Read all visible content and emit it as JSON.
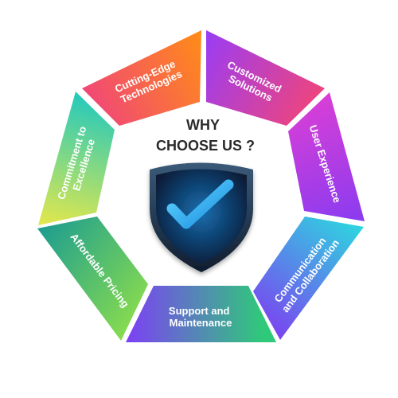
{
  "center": {
    "title_line1": "WHY",
    "title_line2": "CHOOSE US ?",
    "shield_icon": "shield-check-icon"
  },
  "segments": [
    {
      "id": "cutting-edge",
      "label_line1": "Cutting-Edge",
      "label_line2": "Technologies",
      "color_start": "#f0457a",
      "color_end": "#ff8a1a"
    },
    {
      "id": "customized",
      "label_line1": "Customized",
      "label_line2": "Solutions",
      "color_start": "#9b3df2",
      "color_end": "#f0457a"
    },
    {
      "id": "user-experience",
      "label_line1": "User Experience",
      "label_line2": "",
      "color_start": "#d93fd6",
      "color_end": "#8b3bf0"
    },
    {
      "id": "communication",
      "label_line1": "Communication",
      "label_line2": "and Collaboration",
      "color_start": "#2fd3e0",
      "color_end": "#7a45f0"
    },
    {
      "id": "support",
      "label_line1": "Support and",
      "label_line2": "Maintenance",
      "color_start": "#2fc97a",
      "color_end": "#7a45f0"
    },
    {
      "id": "affordable",
      "label_line1": "Affordable Pricing",
      "label_line2": "",
      "color_start": "#1f9e8f",
      "color_end": "#8fe04a"
    },
    {
      "id": "commitment",
      "label_line1": "Commitment to",
      "label_line2": "Excellence",
      "color_start": "#1ec8c0",
      "color_end": "#e6e84a"
    }
  ]
}
